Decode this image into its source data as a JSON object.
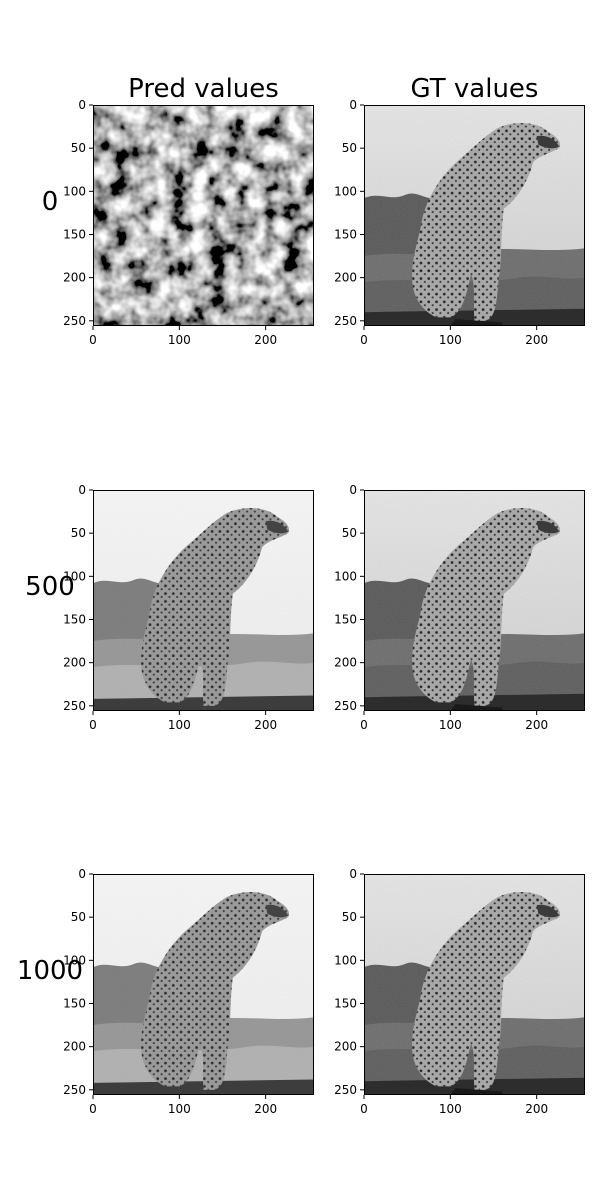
{
  "chart_data": {
    "type": "image-grid",
    "columns": [
      {
        "title": "Pred values"
      },
      {
        "title": "GT values"
      }
    ],
    "rows": [
      {
        "label": "0"
      },
      {
        "label": "500"
      },
      {
        "label": "1000"
      }
    ],
    "panels": [
      {
        "row": 0,
        "col": 0,
        "content": "noise"
      },
      {
        "row": 0,
        "col": 1,
        "content": "cheetah-gt"
      },
      {
        "row": 1,
        "col": 0,
        "content": "cheetah-pred"
      },
      {
        "row": 1,
        "col": 1,
        "content": "cheetah-gt"
      },
      {
        "row": 2,
        "col": 0,
        "content": "cheetah-pred"
      },
      {
        "row": 2,
        "col": 1,
        "content": "cheetah-gt"
      }
    ],
    "x_ticks": [
      "0",
      "100",
      "200"
    ],
    "x_tick_values": [
      0,
      100,
      200
    ],
    "y_ticks": [
      "0",
      "50",
      "100",
      "150",
      "200",
      "250"
    ],
    "y_tick_values": [
      0,
      50,
      100,
      150,
      200,
      250
    ],
    "xlim": [
      0,
      256
    ],
    "ylim": [
      256,
      0
    ],
    "colormap": "grayscale"
  }
}
